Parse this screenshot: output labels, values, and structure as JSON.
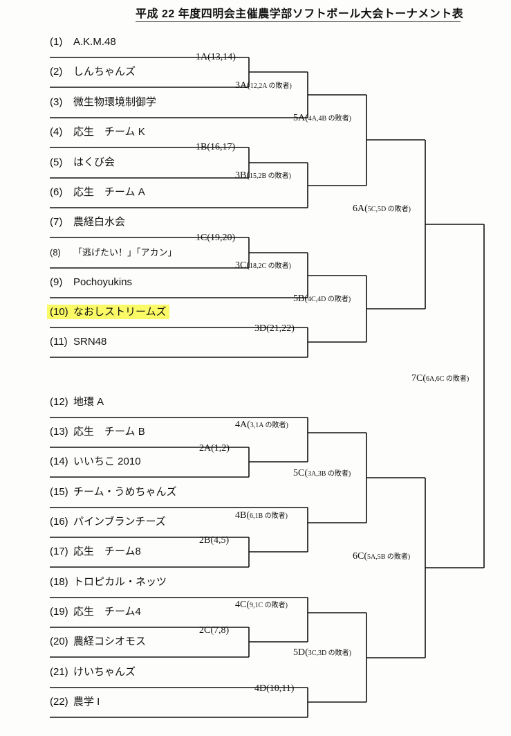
{
  "title": "平成 22 年度四明会主催農学部ソフトボール大会トーナメント表",
  "teams": [
    {
      "num": "(1)",
      "name": "A.K.M.48"
    },
    {
      "num": "(2)",
      "name": "しんちゃんズ"
    },
    {
      "num": "(3)",
      "name": "微生物環境制御学"
    },
    {
      "num": "(4)",
      "name": "応生　チーム K"
    },
    {
      "num": "(5)",
      "name": "はくび会"
    },
    {
      "num": "(6)",
      "name": "応生　チーム A"
    },
    {
      "num": "(7)",
      "name": "農経白水会"
    },
    {
      "num": "(8)",
      "name": "「逃げたい！」「アカン」"
    },
    {
      "num": "(9)",
      "name": "Pochoyukins"
    },
    {
      "num": "(10)",
      "name": "なおしストリームズ",
      "highlight_color": "#fafa66"
    },
    {
      "num": "(11)",
      "name": "SRN48"
    },
    {
      "num": "(12)",
      "name": "地環 A"
    },
    {
      "num": "(13)",
      "name": "応生　チーム B"
    },
    {
      "num": "(14)",
      "name": "いいちこ 2010"
    },
    {
      "num": "(15)",
      "name": "チーム・うめちゃんズ"
    },
    {
      "num": "(16)",
      "name": "パインブランチーズ"
    },
    {
      "num": "(17)",
      "name": "応生　チーム8"
    },
    {
      "num": "(18)",
      "name": "トロピカル・ネッツ"
    },
    {
      "num": "(19)",
      "name": "応生　チーム4"
    },
    {
      "num": "(20)",
      "name": "農経コシオモス"
    },
    {
      "num": "(21)",
      "name": "けいちゃんズ"
    },
    {
      "num": "(22)",
      "name": "農学 I"
    }
  ],
  "matches": {
    "m1A": {
      "main": "1A(13,14)",
      "sub": ""
    },
    "m3A": {
      "main": "3A(",
      "sub": "12,2A の敗者)"
    },
    "m1B": {
      "main": "1B(16,17)",
      "sub": ""
    },
    "m3B": {
      "main": "3B(",
      "sub": "15,2B の敗者)"
    },
    "m5A": {
      "main": "5A(",
      "sub": "4A,4B の敗者)"
    },
    "m1C": {
      "main": "1C(19,20)",
      "sub": ""
    },
    "m3C": {
      "main": "3C(",
      "sub": "18,2C の敗者)"
    },
    "m3D": {
      "main": "3D(21,22)",
      "sub": ""
    },
    "m5B": {
      "main": "5B(",
      "sub": "4C,4D の敗者)"
    },
    "m6A": {
      "main": "6A(",
      "sub": "5C,5D の敗者)"
    },
    "m7C": {
      "main": "7C(",
      "sub": "6A,6C の敗者)"
    },
    "m4A": {
      "main": "4A(",
      "sub": "3,1A の敗者)"
    },
    "m2A": {
      "main": "2A(1,2)",
      "sub": ""
    },
    "m5C": {
      "main": "5C(",
      "sub": "3A,3B の敗者)"
    },
    "m4B": {
      "main": "4B(",
      "sub": "6,1B の敗者)"
    },
    "m2B": {
      "main": "2B(4,5)",
      "sub": ""
    },
    "m6C": {
      "main": "6C(",
      "sub": "5A,5B の敗者)"
    },
    "m4C": {
      "main": "4C(",
      "sub": "9,1C の敗者)"
    },
    "m2C": {
      "main": "2C(7,8)",
      "sub": ""
    },
    "m5D": {
      "main": "5D(",
      "sub": "3C,3D の敗者)"
    },
    "m4D": {
      "main": "4D(10,11)",
      "sub": ""
    }
  }
}
